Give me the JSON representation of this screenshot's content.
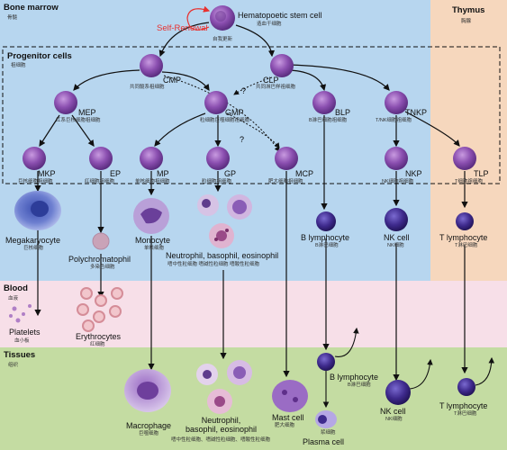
{
  "regions": {
    "bone_marrow": {
      "title": "Bone marrow",
      "zh": "骨髓",
      "color": "#b7d6ef"
    },
    "thymus": {
      "title": "Thymus",
      "zh": "胸腺",
      "color": "#f6d7bd"
    },
    "blood": {
      "title": "Blood",
      "zh": "血液",
      "color": "#f7dfe8"
    },
    "tissues": {
      "title": "Tissues",
      "zh": "组织",
      "color": "#c4dca2"
    },
    "progenitor": {
      "title": "Progenitor cells",
      "zh": "祖细胞"
    }
  },
  "self_renewal": {
    "label": "Self-Renewal",
    "zh": "自我更新",
    "color": "#e8312f"
  },
  "question_mark": "?",
  "nodes": {
    "hsc": {
      "label": "Hematopoetic stem cell",
      "zh": "造血干细胞"
    },
    "cmp": {
      "label": "CMP",
      "zh": "共同髓系祖细胞"
    },
    "clp": {
      "label": "CLP",
      "zh": "共同淋巴样祖细胞"
    },
    "mep": {
      "label": "MEP",
      "zh": "红系巨核细胞祖细胞"
    },
    "gmp": {
      "label": "GMP",
      "zh": "粒细胞巨噬细胞祖细胞"
    },
    "blp": {
      "label": "BLP",
      "zh": "B淋巴细胞祖细胞"
    },
    "tnkp": {
      "label": "TNKP",
      "zh": "T/NK细胞祖细胞"
    },
    "mkp": {
      "label": "MKP",
      "zh": "巨核细胞祖细胞"
    },
    "ep": {
      "label": "EP",
      "zh": "红细胞祖细胞"
    },
    "mp": {
      "label": "MP",
      "zh": "单核细胞祖细胞"
    },
    "gp": {
      "label": "GP",
      "zh": "粒细胞祖细胞"
    },
    "mcp": {
      "label": "MCP",
      "zh": "肥大细胞祖细胞"
    },
    "nkp": {
      "label": "NKP",
      "zh": "NK细胞祖细胞"
    },
    "tlp": {
      "label": "TLP",
      "zh": "T细胞祖细胞"
    },
    "megakaryocyte": {
      "label": "Megakaryocyte",
      "zh": "巨核细胞"
    },
    "polychromatophil": {
      "label": "Polychromatophil",
      "zh": "多染色细胞"
    },
    "monocyte": {
      "label": "Monocyte",
      "zh": "单核细胞"
    },
    "granulocytes_bm": {
      "label": "Neutrophil, basophil, eosinophil",
      "zh": "嗜中性粒细胞 嗜碱性粒细胞 嗜酸性粒细胞"
    },
    "b_lymphocyte_bm": {
      "label": "B lymphocyte",
      "zh": "B淋巴细胞"
    },
    "nk_cell_bm": {
      "label": "NK cell",
      "zh": "NK细胞"
    },
    "t_lymphocyte_thymus": {
      "label": "T lymphocyte",
      "zh": "T淋巴细胞"
    },
    "platelets": {
      "label": "Platelets",
      "zh": "血小板"
    },
    "erythrocytes": {
      "label": "Erythrocytes",
      "zh": "红细胞"
    },
    "macrophage": {
      "label": "Macrophage",
      "zh": "巨噬细胞"
    },
    "granulocytes_tissue": {
      "label": "Neutrophil,\nbasophil, eosinophil",
      "zh": "嗜中性粒细胞、嗜碱性粒细胞、嗜酸性粒细胞"
    },
    "mast_cell": {
      "label": "Mast cell",
      "zh": "肥大细胞"
    },
    "b_lymphocyte_tissue": {
      "label": "B lymphocyte",
      "zh": "B淋巴细胞"
    },
    "plasma_cell": {
      "label": "Plasma cell",
      "zh": "浆细胞"
    },
    "nk_cell_tissue": {
      "label": "NK cell",
      "zh": "NK细胞"
    },
    "t_lymphocyte_tissue": {
      "label": "T lymphocyte",
      "zh": "T淋巴细胞"
    }
  },
  "colors": {
    "progenitor_cell": "#8b4fb0",
    "lymphocyte": "#3e2a8c",
    "erythrocyte": "#e8a0a8",
    "arrow": "#111111"
  }
}
